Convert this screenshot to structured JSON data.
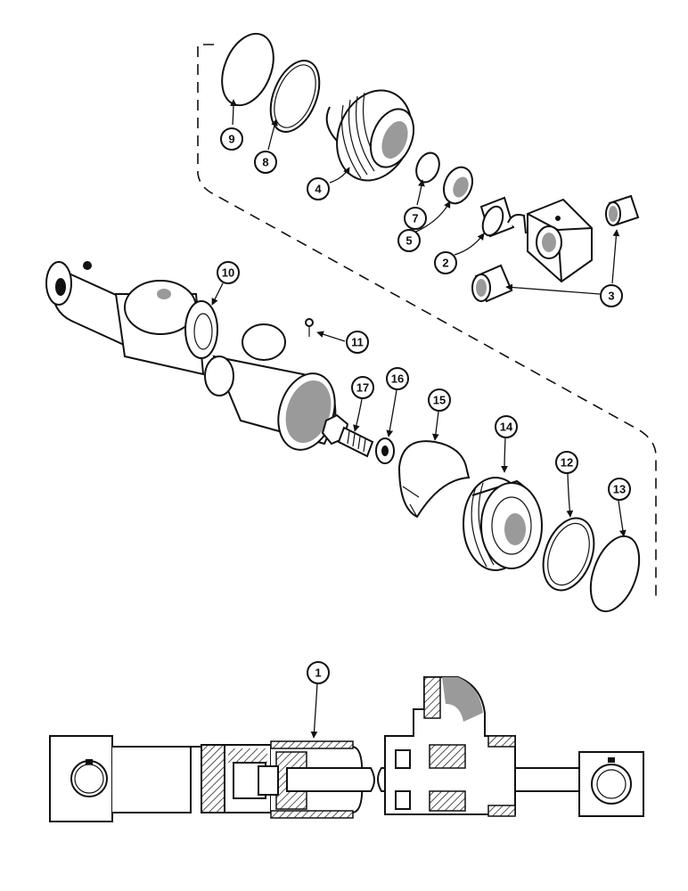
{
  "diagram": {
    "callouts": {
      "c1": "1",
      "c2": "2",
      "c3": "3",
      "c4": "4",
      "c5": "5",
      "c7": "7",
      "c8": "8",
      "c9": "9",
      "c10": "10",
      "c11": "11",
      "c12": "12",
      "c13": "13",
      "c14": "14",
      "c15": "15",
      "c16": "16",
      "c17": "17"
    }
  }
}
